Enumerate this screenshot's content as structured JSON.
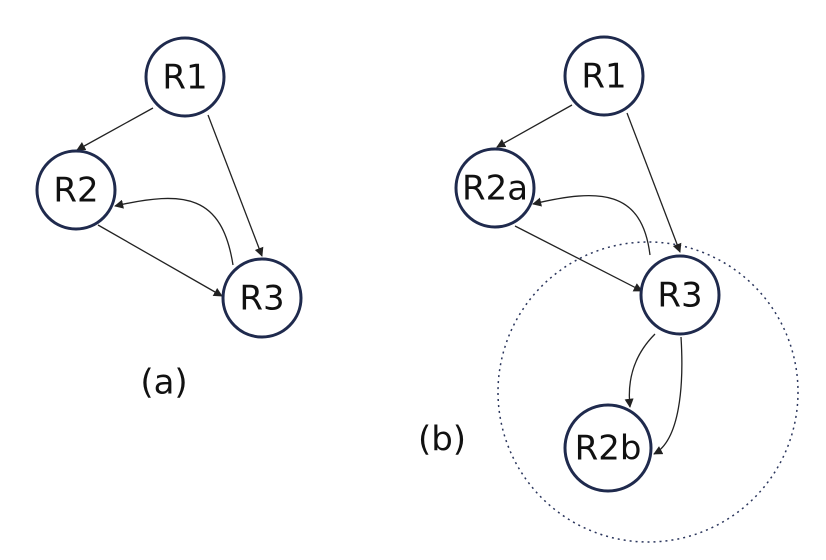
{
  "panels": [
    {
      "label": "(a)",
      "nodes": [
        "R1",
        "R2",
        "R3"
      ]
    },
    {
      "label": "(b)",
      "nodes": [
        "R1",
        "R2a",
        "R3",
        "R2b"
      ]
    }
  ],
  "colors": {
    "node_stroke": "#1f2a4d",
    "edge": "#222222",
    "group_stroke": "#2a355c"
  }
}
